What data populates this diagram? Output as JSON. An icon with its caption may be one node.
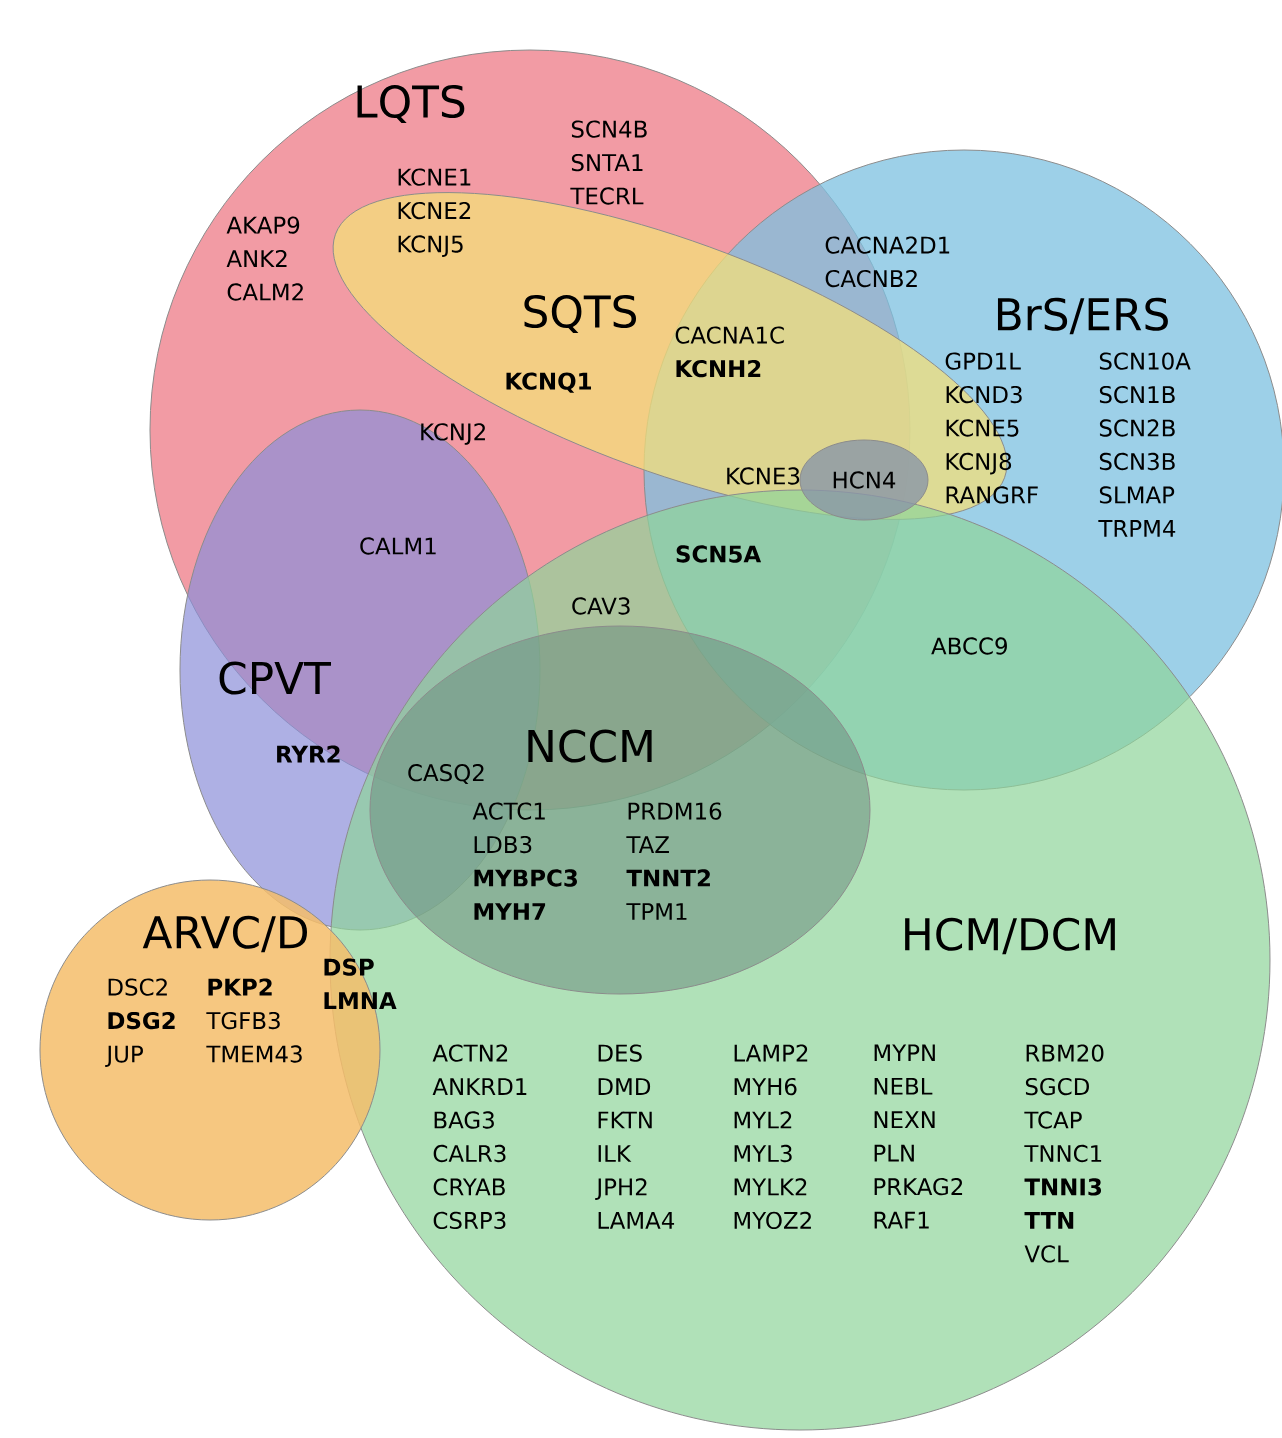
{
  "diagram": {
    "nodes": [
      {
        "text": [
          "LQTS"
        ]
      },
      {
        "text": [
          "SQTS"
        ]
      },
      {
        "text": [
          "BrS/ERS"
        ]
      },
      {
        "text": [
          "CPVT"
        ]
      },
      {
        "text": [
          "NCCM"
        ],
        "in": 5
      },
      {
        "text": [
          "HCM/DCM"
        ]
      },
      {
        "text": [
          "ARVC/D"
        ]
      },
      {
        "text": [
          "HCN4"
        ]
      }
    ],
    "labels": [
      "SCN4B SNTA1 TECRL",
      "KCNE1 KCNE2 KCNJ5",
      "AKAP9 ANK2 CALM2",
      "CACNA2D1 CACNB2",
      "**KCNQ1**",
      "CACNA1C **KCNH2**",
      "GPD1L KCND3 KCNE5 KCNJ8 RANGRF",
      "SCN10A SCN1B SCN2B SCN3B SLMAP TRPM4",
      "KCNJ2",
      "KCNE3",
      "CALM1",
      "**SCN5A**",
      "CAV3",
      "ABCC9",
      "**RYR2**",
      "CASQ2",
      "ACTC1 LDB3 **MYBPC3** **MYH7**",
      "PRDM16 TAZ **TNNT2** TPM1",
      "**DSP** **LMNA**",
      "DSC2 **DSG2** JUP",
      "**PKP2** TGFB3 TMEM43",
      "ACTN2 ANKRD1 BAG3 CALR3 CRYAB CSRP3",
      "DES DMD FKTN ILK JPH2 LAMA4",
      "LAMP2 MYH6 MYL2 MYL3 MYLK2 MYOZ2",
      "MYPN NEBL NEXN PLN PRKAG2 RAF1",
      "RBM20 SGCD TCAP TNNC1 **TNNI3** **TTN** VCL"
    ]
  }
}
